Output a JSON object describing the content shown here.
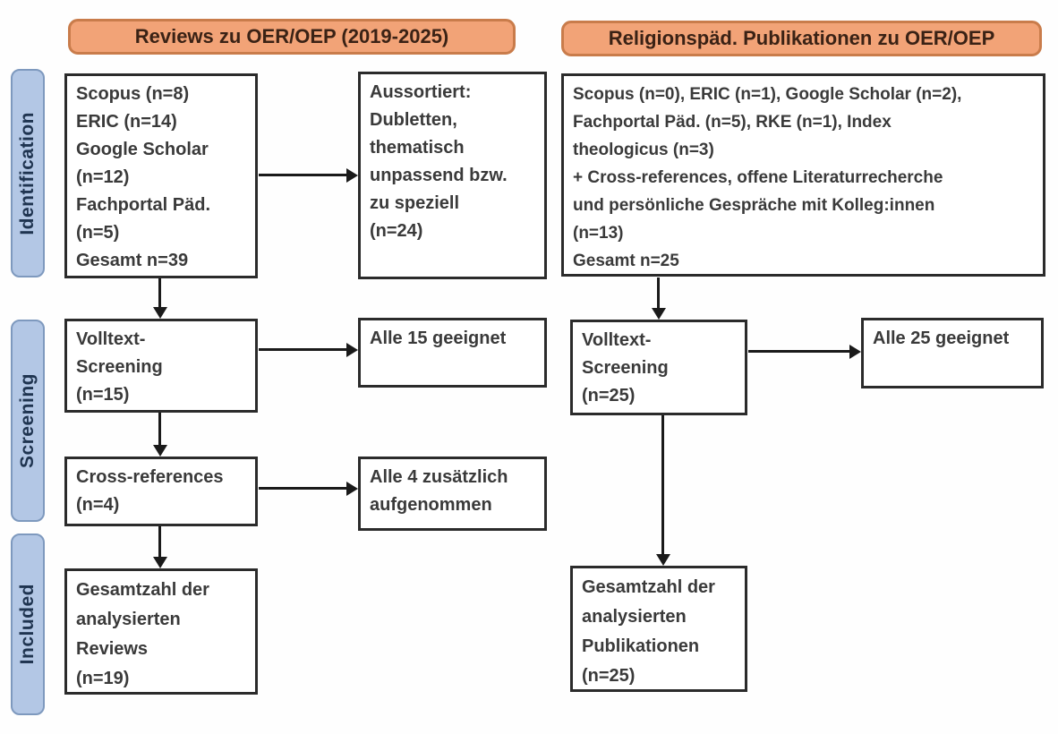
{
  "headers": {
    "left": "Reviews zu OER/OEP (2019-2025)",
    "right": "Religionspäd. Publikationen zu OER/OEP"
  },
  "stages": {
    "identification": "Identification",
    "screening": "Screening",
    "included": "Included"
  },
  "left_flow": {
    "sources": "Scopus (n=8)\nERIC (n=14)\nGoogle Scholar\n(n=12)\nFachportal Päd.\n(n=5)\nGesamt n=39",
    "excluded": "Aussortiert:\nDubletten,\nthematisch\nunpassend bzw.\nzu speziell\n(n=24)",
    "fulltext": "Volltext-\nScreening\n(n=15)",
    "fulltext_result": "Alle 15 geeignet",
    "crossref": "Cross-references\n(n=4)",
    "crossref_result": "Alle 4 zusätzlich\naufgenommen",
    "included": "Gesamtzahl der\nanalysierten\nReviews\n(n=19)"
  },
  "right_flow": {
    "sources": "Scopus (n=0), ERIC (n=1), Google Scholar (n=2),\nFachportal Päd. (n=5), RKE (n=1), Index\ntheologicus (n=3)\n+ Cross-references, offene Literaturrecherche\nund persönliche Gespräche mit Kolleg:innen\n(n=13)\nGesamt n=25",
    "fulltext": "Volltext-\nScreening\n(n=25)",
    "fulltext_result": "Alle 25 geeignet",
    "included": "Gesamtzahl der\nanalysierten\nPublikationen\n(n=25)"
  },
  "colors": {
    "header_fill": "#F2A377",
    "header_border": "#C97C4B",
    "header_text": "#3A2215",
    "stage_fill": "#B3C7E5",
    "stage_border": "#7E99BE",
    "stage_text": "#1F3450",
    "box_border": "#2B2B2B",
    "box_text": "#3A3A3A",
    "arrow": "#1A1A1A"
  }
}
